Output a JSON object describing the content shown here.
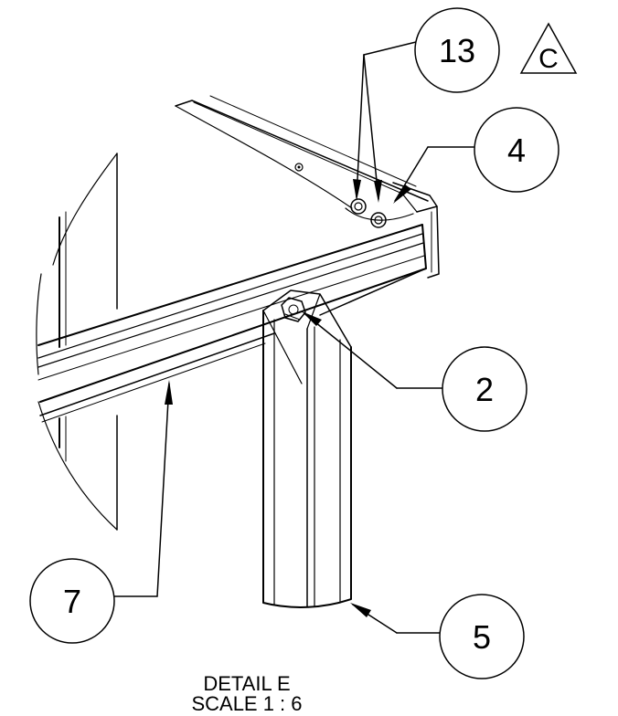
{
  "detail": {
    "title": "DETAIL E",
    "scale": "SCALE 1 : 6"
  },
  "revision": {
    "letter": "C"
  },
  "balloons": [
    {
      "id": "13",
      "label": "13"
    },
    {
      "id": "4",
      "label": "4"
    },
    {
      "id": "2",
      "label": "2"
    },
    {
      "id": "7",
      "label": "7"
    },
    {
      "id": "5",
      "label": "5"
    }
  ]
}
